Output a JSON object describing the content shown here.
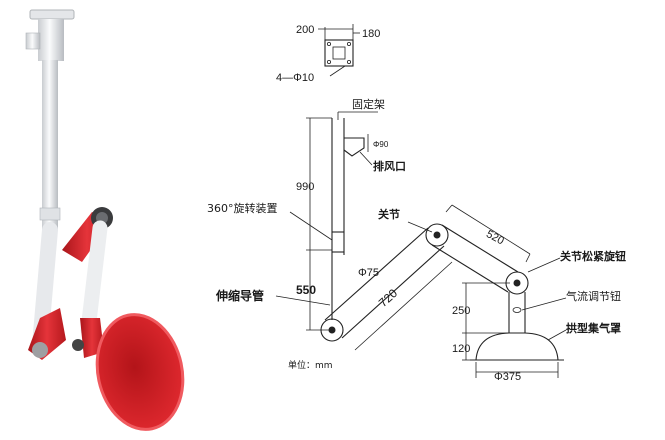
{
  "mount_plate": {
    "width": "200",
    "depth": "180",
    "holes": "4—Φ10"
  },
  "labels": {
    "fixed_bracket": "固定架",
    "exhaust_outlet": "排风口",
    "rotation_device": "360°旋转装置",
    "joint": "关节",
    "joint_knob": "关节松紧旋钮",
    "airflow_knob": "气流调节钮",
    "telescopic_tube": "伸缩导管",
    "arch_hood": "拱型集气罩",
    "unit": "单位：mm"
  },
  "dimensions": {
    "outlet_dia": "Φ90",
    "upper_height": "990",
    "lower_height": "550",
    "arm1_len": "720",
    "arm2_len": "520",
    "arm_dia": "Φ75",
    "hood_offset": "250",
    "hood_height": "120",
    "hood_dia": "Φ375"
  },
  "colors": {
    "arm_red": "#d9262b",
    "tube_white": "#eceef0",
    "line": "#222222"
  }
}
